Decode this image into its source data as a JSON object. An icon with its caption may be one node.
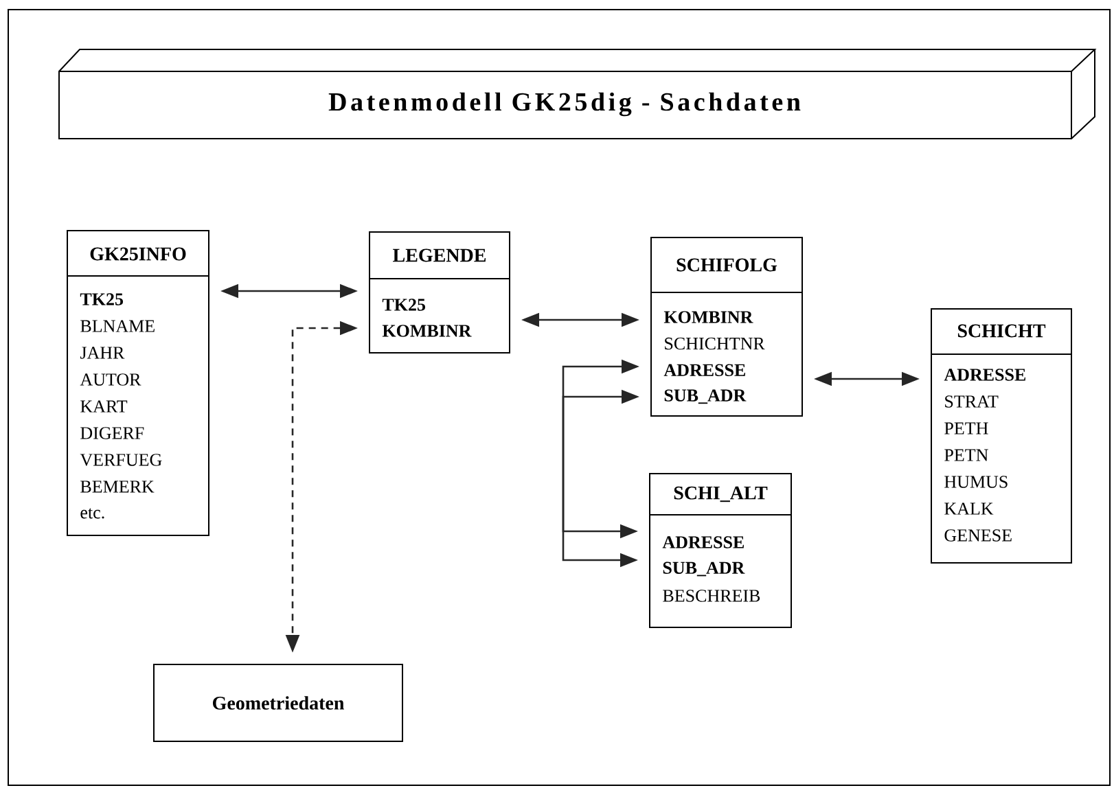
{
  "diagram": {
    "title": "Datenmodell GK25dig - Sachdaten",
    "nodes": [
      {
        "text": [
          "GK25INFO",
          "**TK25**",
          "BLNAME",
          "JAHR",
          "AUTOR",
          "KART",
          "DIGERF",
          "VERFUEG",
          "BEMERK",
          "etc."
        ]
      },
      {
        "text": [
          "LEGENDE",
          "**TK25**",
          "**KOMBINR**"
        ]
      },
      {
        "text": [
          "SCHIFOLG",
          "**KOMBINR**",
          "SCHICHTNR",
          "**ADRESSE**",
          "**SUB_ADR**"
        ]
      },
      {
        "text": [
          "SCHICHT",
          "**ADRESSE**",
          "STRAT",
          "PETH",
          "PETN",
          "HUMUS",
          "KALK",
          "GENESE"
        ]
      },
      {
        "text": [
          "SCHI_ALT",
          "**ADRESSE**",
          "**SUB_ADR**",
          "BESCHREIB"
        ]
      },
      {
        "text": [
          "Geometriedaten"
        ]
      }
    ],
    "edges": [
      {
        "from": 0,
        "to": 1,
        "arrow": "both"
      },
      {
        "from": 1,
        "to": 2,
        "arrow": "both"
      },
      {
        "from": 2,
        "to": 3,
        "arrow": "both"
      },
      {
        "from": 1,
        "to": 5,
        "arrow": "both",
        "style": "dashed"
      },
      {
        "from": 2,
        "to": 4,
        "arrow": "both"
      },
      {
        "from": 2,
        "to": 4,
        "arrow": "both"
      }
    ]
  }
}
